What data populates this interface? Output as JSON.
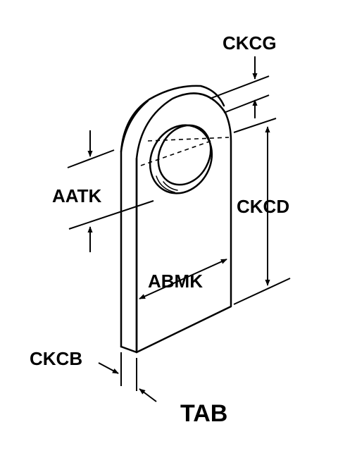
{
  "labels": {
    "ckcg": "CKCG",
    "aatk": "AATK",
    "ckcd": "CKCD",
    "abmk": "ABMK",
    "ckcb": "CKCB"
  },
  "title": "TAB"
}
